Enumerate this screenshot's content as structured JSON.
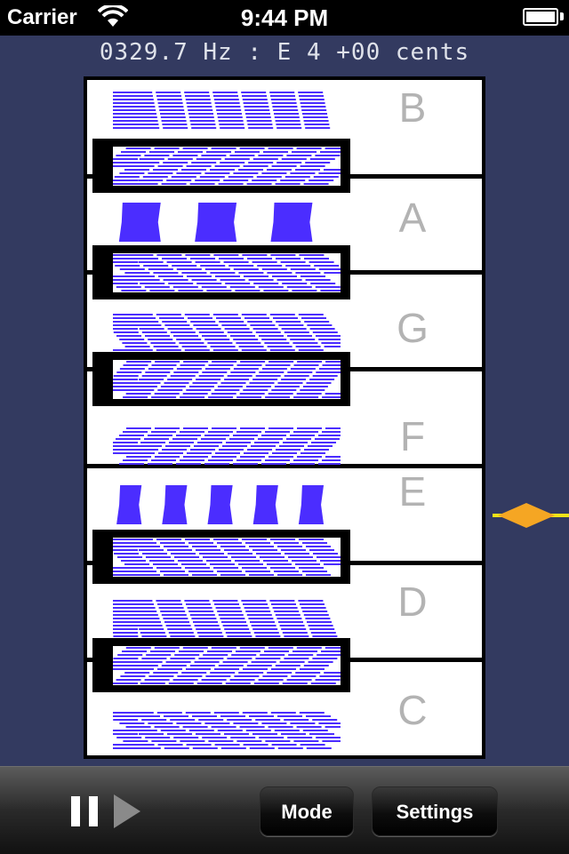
{
  "status_bar": {
    "carrier": "Carrier",
    "time": "9:44 PM"
  },
  "readout": {
    "text": "0329.7 Hz : E 4 +00 cents"
  },
  "keyboard": {
    "labels": [
      "B",
      "A",
      "G",
      "F",
      "E",
      "D",
      "C"
    ]
  },
  "toolbar": {
    "mode_label": "Mode",
    "settings_label": "Settings"
  },
  "colors": {
    "wave": "#4b2dff",
    "background": "#333a60",
    "marker": "#f5a623",
    "marker_line": "#f0e418"
  }
}
